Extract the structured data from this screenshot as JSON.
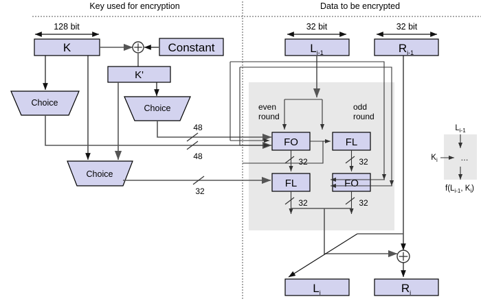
{
  "diagram": {
    "title_left": "Key used for encryption",
    "title_right": "Data to be encrypted",
    "labels": {
      "k": "K",
      "kprime": "K'",
      "constant": "Constant",
      "choice": "Choice",
      "fo": "FO",
      "fl": "FL",
      "even_round_line1": "even",
      "even_round_line2": "round",
      "odd_round_line1": "odd",
      "odd_round_line2": "round",
      "xor_symbol": "+"
    },
    "widths": {
      "key_width": "128 bit",
      "left_data_width": "32 bit",
      "right_data_width": "32 bit"
    },
    "bus_labels": {
      "key_fo_top": "48",
      "key_fo_bottom": "48",
      "key_fl": "32",
      "fo_even_out": "32",
      "fl_odd_out": "32",
      "fl_even_out": "32",
      "fo_odd_out": "32"
    },
    "data_blocks": {
      "l_prev": "L",
      "l_prev_sub": "i-1",
      "r_prev": "R",
      "r_prev_sub": "i-1",
      "l_next": "L",
      "l_next_sub": "i",
      "r_next": "R",
      "r_next_sub": "i"
    },
    "legend": {
      "input": "L",
      "input_sub": "i-1",
      "key_input": "K",
      "key_input_sub": "i",
      "ellipsis": "…",
      "output_prefix": "f(L",
      "output_sub1": "i-1",
      "output_mid": ", K",
      "output_sub2": "i",
      "output_suffix": ")"
    },
    "colors": {
      "box_fill": "#d3d3ef",
      "box_stroke": "#000000",
      "grey_region": "#e8e8e8",
      "wire": "#555555",
      "background": "#ffffff"
    }
  }
}
